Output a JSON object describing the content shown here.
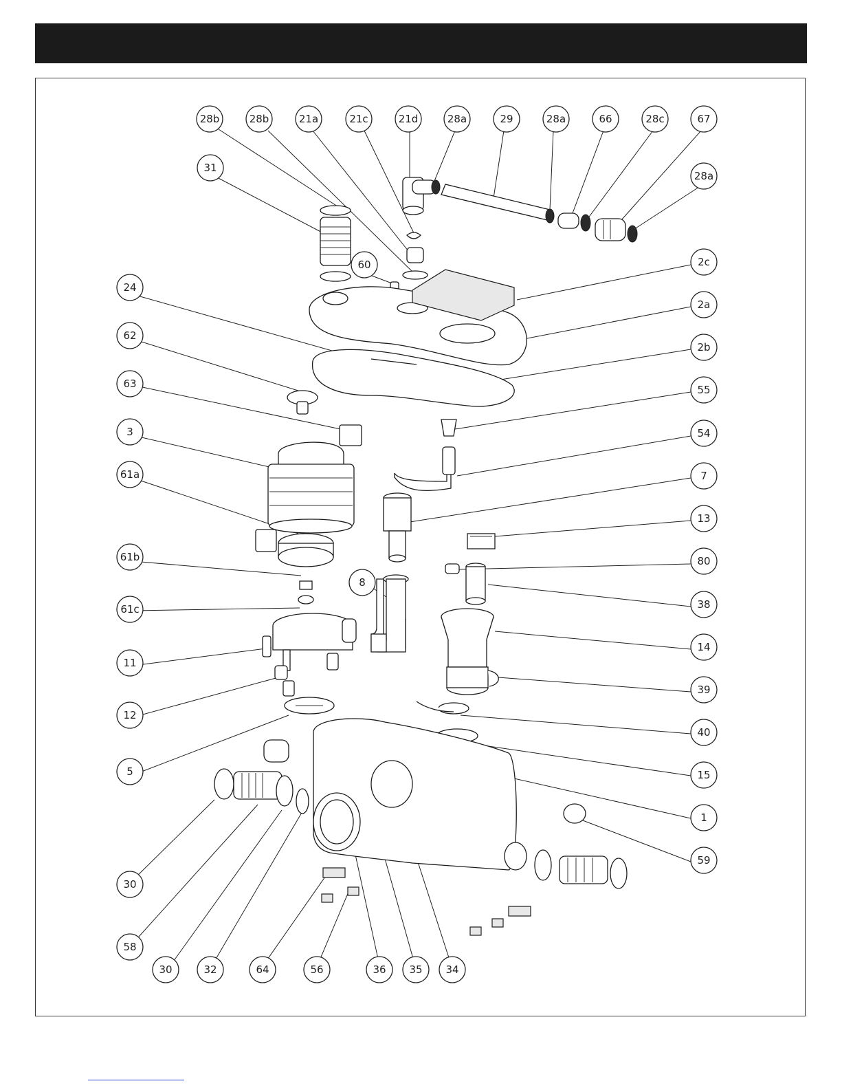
{
  "callouts": [
    {
      "id": "c1",
      "label": "28b"
    },
    {
      "id": "c2",
      "label": "28b"
    },
    {
      "id": "c3",
      "label": "21a"
    },
    {
      "id": "c4",
      "label": "21c"
    },
    {
      "id": "c5",
      "label": "21d"
    },
    {
      "id": "c6",
      "label": "28a"
    },
    {
      "id": "c7",
      "label": "29"
    },
    {
      "id": "c8",
      "label": "28a"
    },
    {
      "id": "c9",
      "label": "66"
    },
    {
      "id": "c10",
      "label": "28c"
    },
    {
      "id": "c11",
      "label": "67"
    },
    {
      "id": "c12",
      "label": "28a"
    },
    {
      "id": "c13",
      "label": "31"
    },
    {
      "id": "c14",
      "label": "60"
    },
    {
      "id": "c15",
      "label": "2c"
    },
    {
      "id": "c16",
      "label": "24"
    },
    {
      "id": "c17",
      "label": "2a"
    },
    {
      "id": "c18",
      "label": "62"
    },
    {
      "id": "c19",
      "label": "2b"
    },
    {
      "id": "c20",
      "label": "63"
    },
    {
      "id": "c21",
      "label": "55"
    },
    {
      "id": "c22",
      "label": "3"
    },
    {
      "id": "c23",
      "label": "54"
    },
    {
      "id": "c24",
      "label": "61a"
    },
    {
      "id": "c25",
      "label": "7"
    },
    {
      "id": "c26",
      "label": "13"
    },
    {
      "id": "c27",
      "label": "61b"
    },
    {
      "id": "c28",
      "label": "80"
    },
    {
      "id": "c29",
      "label": "8"
    },
    {
      "id": "c30",
      "label": "61c"
    },
    {
      "id": "c31",
      "label": "38"
    },
    {
      "id": "c32",
      "label": "14"
    },
    {
      "id": "c33",
      "label": "11"
    },
    {
      "id": "c34",
      "label": "39"
    },
    {
      "id": "c35",
      "label": "12"
    },
    {
      "id": "c36",
      "label": "40"
    },
    {
      "id": "c37",
      "label": "5"
    },
    {
      "id": "c38",
      "label": "15"
    },
    {
      "id": "c39",
      "label": "1"
    },
    {
      "id": "c40",
      "label": "59"
    },
    {
      "id": "c41",
      "label": "30"
    },
    {
      "id": "c42",
      "label": "58"
    },
    {
      "id": "c43",
      "label": "30"
    },
    {
      "id": "c44",
      "label": "32"
    },
    {
      "id": "c45",
      "label": "64"
    },
    {
      "id": "c46",
      "label": "56"
    },
    {
      "id": "c47",
      "label": "36"
    },
    {
      "id": "c48",
      "label": "35"
    },
    {
      "id": "c49",
      "label": "34"
    }
  ],
  "colors": {
    "header": "#1b1b1b",
    "line": "#222222",
    "link_underline": "#2a3fd6"
  }
}
